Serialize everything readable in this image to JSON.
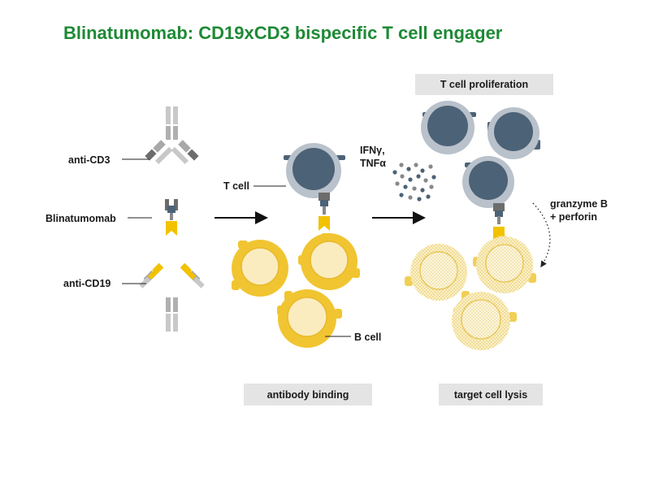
{
  "title": "Blinatumomab: CD19xCD3 bispecific T cell engager",
  "labels": {
    "anti_cd3": "anti-CD3",
    "blinatumomab": "Blinatumomab",
    "anti_cd19": "anti-CD19",
    "t_cell": "T cell",
    "b_cell": "B cell",
    "cytokines_line1": "IFNγ,",
    "cytokines_line2": "TNFα",
    "granzyme_line1": "granzyme B",
    "granzyme_line2": "+ perforin"
  },
  "captions": {
    "t_cell_proliferation": "T cell proliferation",
    "antibody_binding": "antibody binding",
    "target_cell_lysis": "target cell lysis"
  },
  "colors": {
    "title_green": "#1e8a35",
    "t_cell_core": "#4c6276",
    "t_cell_ring": "#b9c1cb",
    "b_cell_ring": "#f1c531",
    "b_cell_core": "#fbecc0",
    "antibody_grey": "#a8a8a8",
    "antibody_dark": "#6c6c6c",
    "antibody_yellow": "#f2c200",
    "caption_box": "#e4e4e4"
  }
}
